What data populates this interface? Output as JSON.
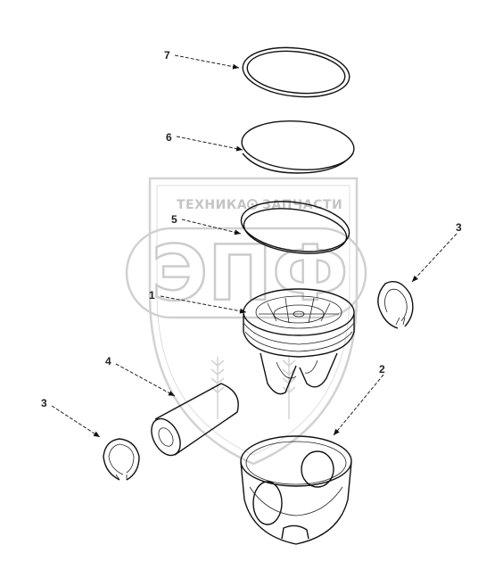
{
  "watermark": {
    "brand_text": "ТЕХНИКА",
    "brand_text_2": "ЗАПЧАСТИ",
    "big_letters": "ЭПФ"
  },
  "callouts": [
    {
      "id": "7",
      "label": "7"
    },
    {
      "id": "6",
      "label": "6"
    },
    {
      "id": "5",
      "label": "5"
    },
    {
      "id": "1",
      "label": "1"
    },
    {
      "id": "3a",
      "label": "3"
    },
    {
      "id": "4",
      "label": "4"
    },
    {
      "id": "3b",
      "label": "3"
    },
    {
      "id": "2",
      "label": "2"
    }
  ],
  "colors": {
    "line": "#111111",
    "watermark": "#c8c8c8",
    "background": "#ffffff"
  }
}
